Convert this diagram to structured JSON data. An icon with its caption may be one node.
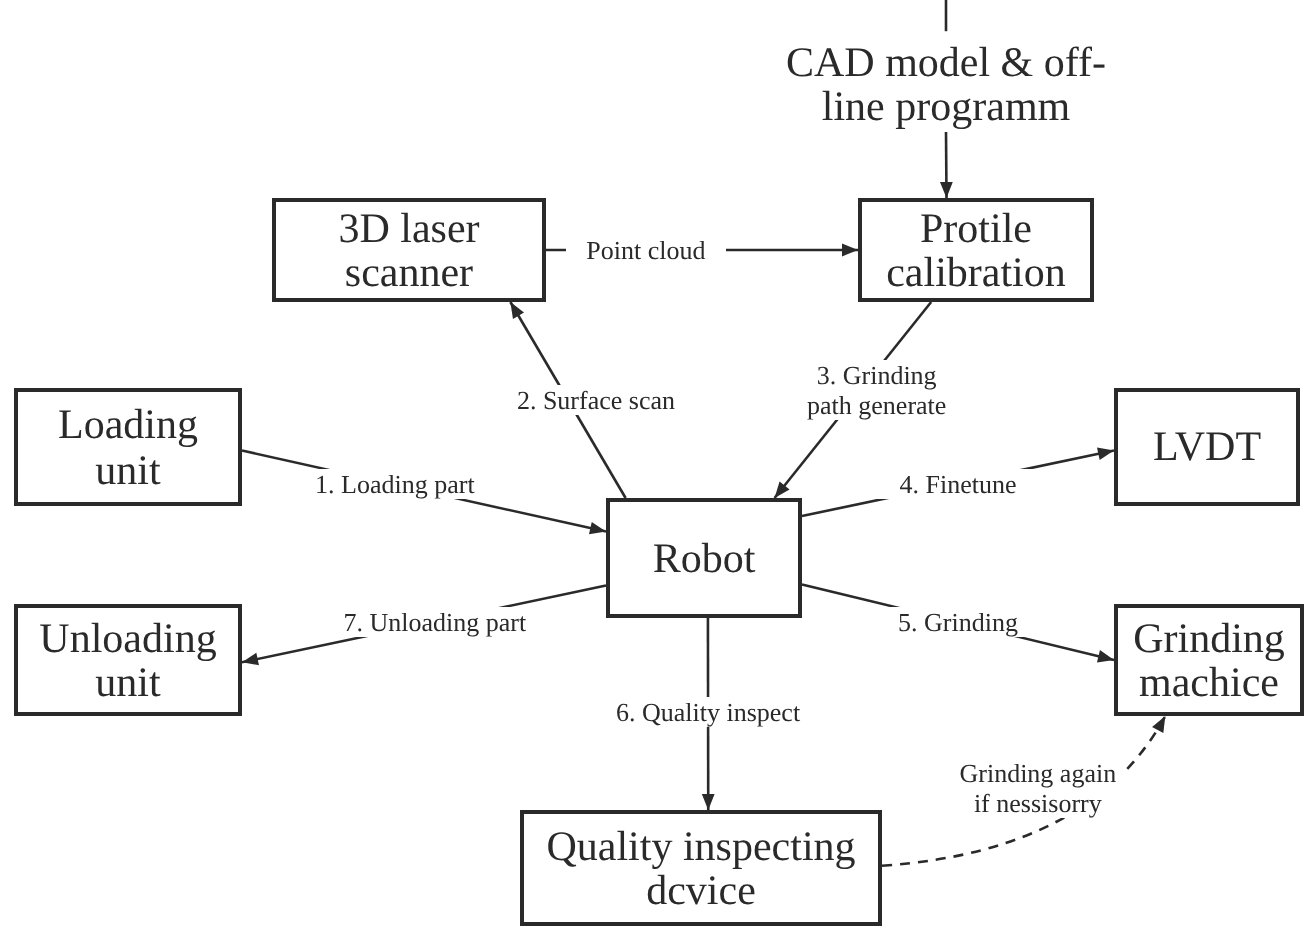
{
  "diagram": {
    "nodes": [
      {
        "text": [
          "CAD model & off-line programm"
        ]
      },
      {
        "text": [
          "3D laser scanner"
        ]
      },
      {
        "text": [
          "Protile calibration"
        ]
      },
      {
        "text": [
          "Loading unit"
        ]
      },
      {
        "text": [
          "LVDT"
        ]
      },
      {
        "text": [
          "Robot"
        ]
      },
      {
        "text": [
          "Unloading unit"
        ]
      },
      {
        "text": [
          "Grinding machice"
        ]
      },
      {
        "text": [
          "Quality inspecting dcvice"
        ]
      }
    ],
    "edges": [
      {
        "from": null,
        "to": 0,
        "arrow": "none"
      },
      {
        "from": 0,
        "to": 2,
        "arrow": "to"
      },
      {
        "from": 1,
        "to": 2,
        "arrow": "to",
        "label": "Point cloud"
      },
      {
        "from": 5,
        "to": 1,
        "arrow": "to",
        "label": "2. Surface scan"
      },
      {
        "from": 2,
        "to": 5,
        "arrow": "to",
        "label": "3. Grinding path generate"
      },
      {
        "from": 3,
        "to": 5,
        "arrow": "to",
        "label": "1. Loading part"
      },
      {
        "from": 5,
        "to": 4,
        "arrow": "to",
        "label": "4. Finetune"
      },
      {
        "from": 5,
        "to": 6,
        "arrow": "to",
        "label": "7. Unloading part"
      },
      {
        "from": 5,
        "to": 7,
        "arrow": "to",
        "label": "5. Grinding"
      },
      {
        "from": 5,
        "to": 8,
        "arrow": "to",
        "label": "6. Quality inspect"
      },
      {
        "from": 8,
        "to": 7,
        "arrow": "to",
        "label": "Grinding again if nessisorry",
        "style": "dashed"
      }
    ]
  }
}
